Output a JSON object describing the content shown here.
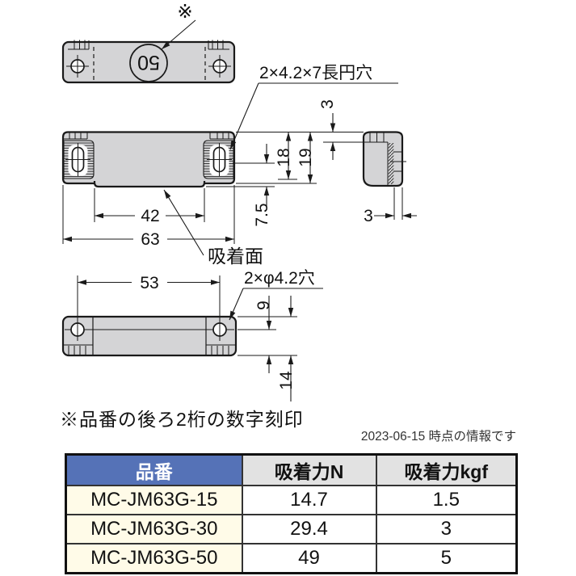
{
  "drawing": {
    "ref_mark": "※",
    "stamp_number": "50",
    "labels": {
      "oblong_hole": "2×4.2×7長円穴",
      "attraction_face": "吸着面",
      "round_hole": "2×φ4.2穴"
    },
    "dimensions": {
      "d3_top": "3",
      "d18": "18",
      "d19": "19",
      "d7_5": "7.5",
      "d42": "42",
      "d63": "63",
      "d53": "53",
      "d9": "9",
      "d14": "14",
      "d3_side": "3"
    }
  },
  "note": "※品番の後ろ2桁の数字刻印",
  "date_note": "2023-06-15 時点の情報です",
  "table": {
    "headers": [
      "品番",
      "吸着力N",
      "吸着力kgf"
    ],
    "rows": [
      [
        "MC-JM63G-15",
        "14.7",
        "1.5"
      ],
      [
        "MC-JM63G-30",
        "29.4",
        "3"
      ],
      [
        "MC-JM63G-50",
        "49",
        "5"
      ]
    ]
  },
  "colors": {
    "header_blue": "#5572b7",
    "part_number_bg": "#fffbe8",
    "header_gray": "#e2e2e2",
    "part_fill": "#d4d4d6",
    "line": "#1a1a1a"
  }
}
